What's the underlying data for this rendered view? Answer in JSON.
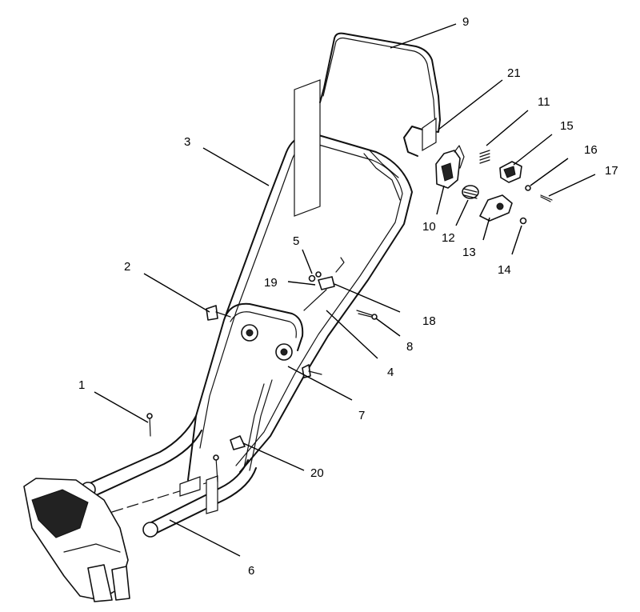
{
  "callouts": [
    {
      "num": "1"
    },
    {
      "num": "2"
    },
    {
      "num": "3"
    },
    {
      "num": "4"
    },
    {
      "num": "5"
    },
    {
      "num": "6"
    },
    {
      "num": "7"
    },
    {
      "num": "8"
    },
    {
      "num": "9"
    },
    {
      "num": "10"
    },
    {
      "num": "11"
    },
    {
      "num": "12"
    },
    {
      "num": "13"
    },
    {
      "num": "14"
    },
    {
      "num": "15"
    },
    {
      "num": "16"
    },
    {
      "num": "17"
    },
    {
      "num": "18"
    },
    {
      "num": "19"
    },
    {
      "num": "20"
    },
    {
      "num": "21"
    }
  ]
}
